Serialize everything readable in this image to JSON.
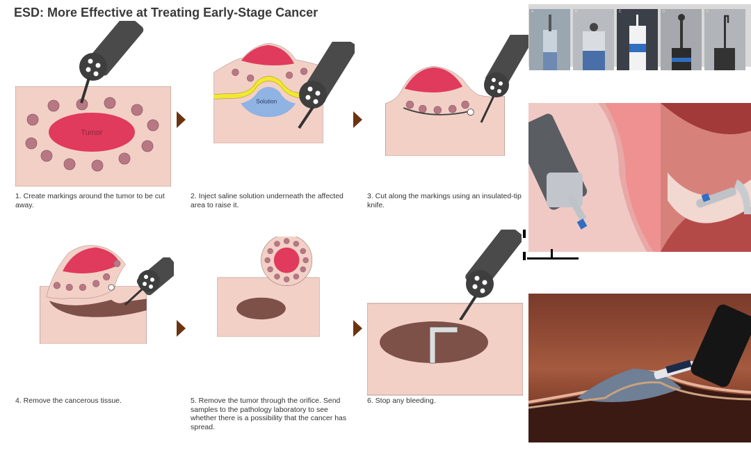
{
  "title": "ESD: More Effective at Treating Early-Stage Cancer",
  "steps": [
    {
      "caption": "1. Create markings around the tumor to be cut away.",
      "label": "Tumor"
    },
    {
      "caption": "2. Inject saline solution underneath the affected area to raise it.",
      "label": "Solution"
    },
    {
      "caption": "3. Cut along the markings using an insulated-tip knife."
    },
    {
      "caption": "4. Remove the cancerous tissue."
    },
    {
      "caption": "5. Remove the tumor through the orifice. Send samples to the pathology laboratory to see whether there is a possibility that the cancer has spread."
    },
    {
      "caption": "6. Stop any bleeding."
    }
  ],
  "device_panels": [
    {
      "label": "A"
    },
    {
      "label": "B"
    },
    {
      "label": "C"
    },
    {
      "label": "D"
    },
    {
      "label": "E"
    }
  ],
  "colors": {
    "tissue": "#f3d0c6",
    "tumor": "#e03a5d",
    "marking": "#b77884",
    "solution": "#8fb3e3",
    "yellow_layer": "#f3e734",
    "scope": "#4a4a4a",
    "arrow": "#6b3410",
    "wound": "#7d5048"
  }
}
